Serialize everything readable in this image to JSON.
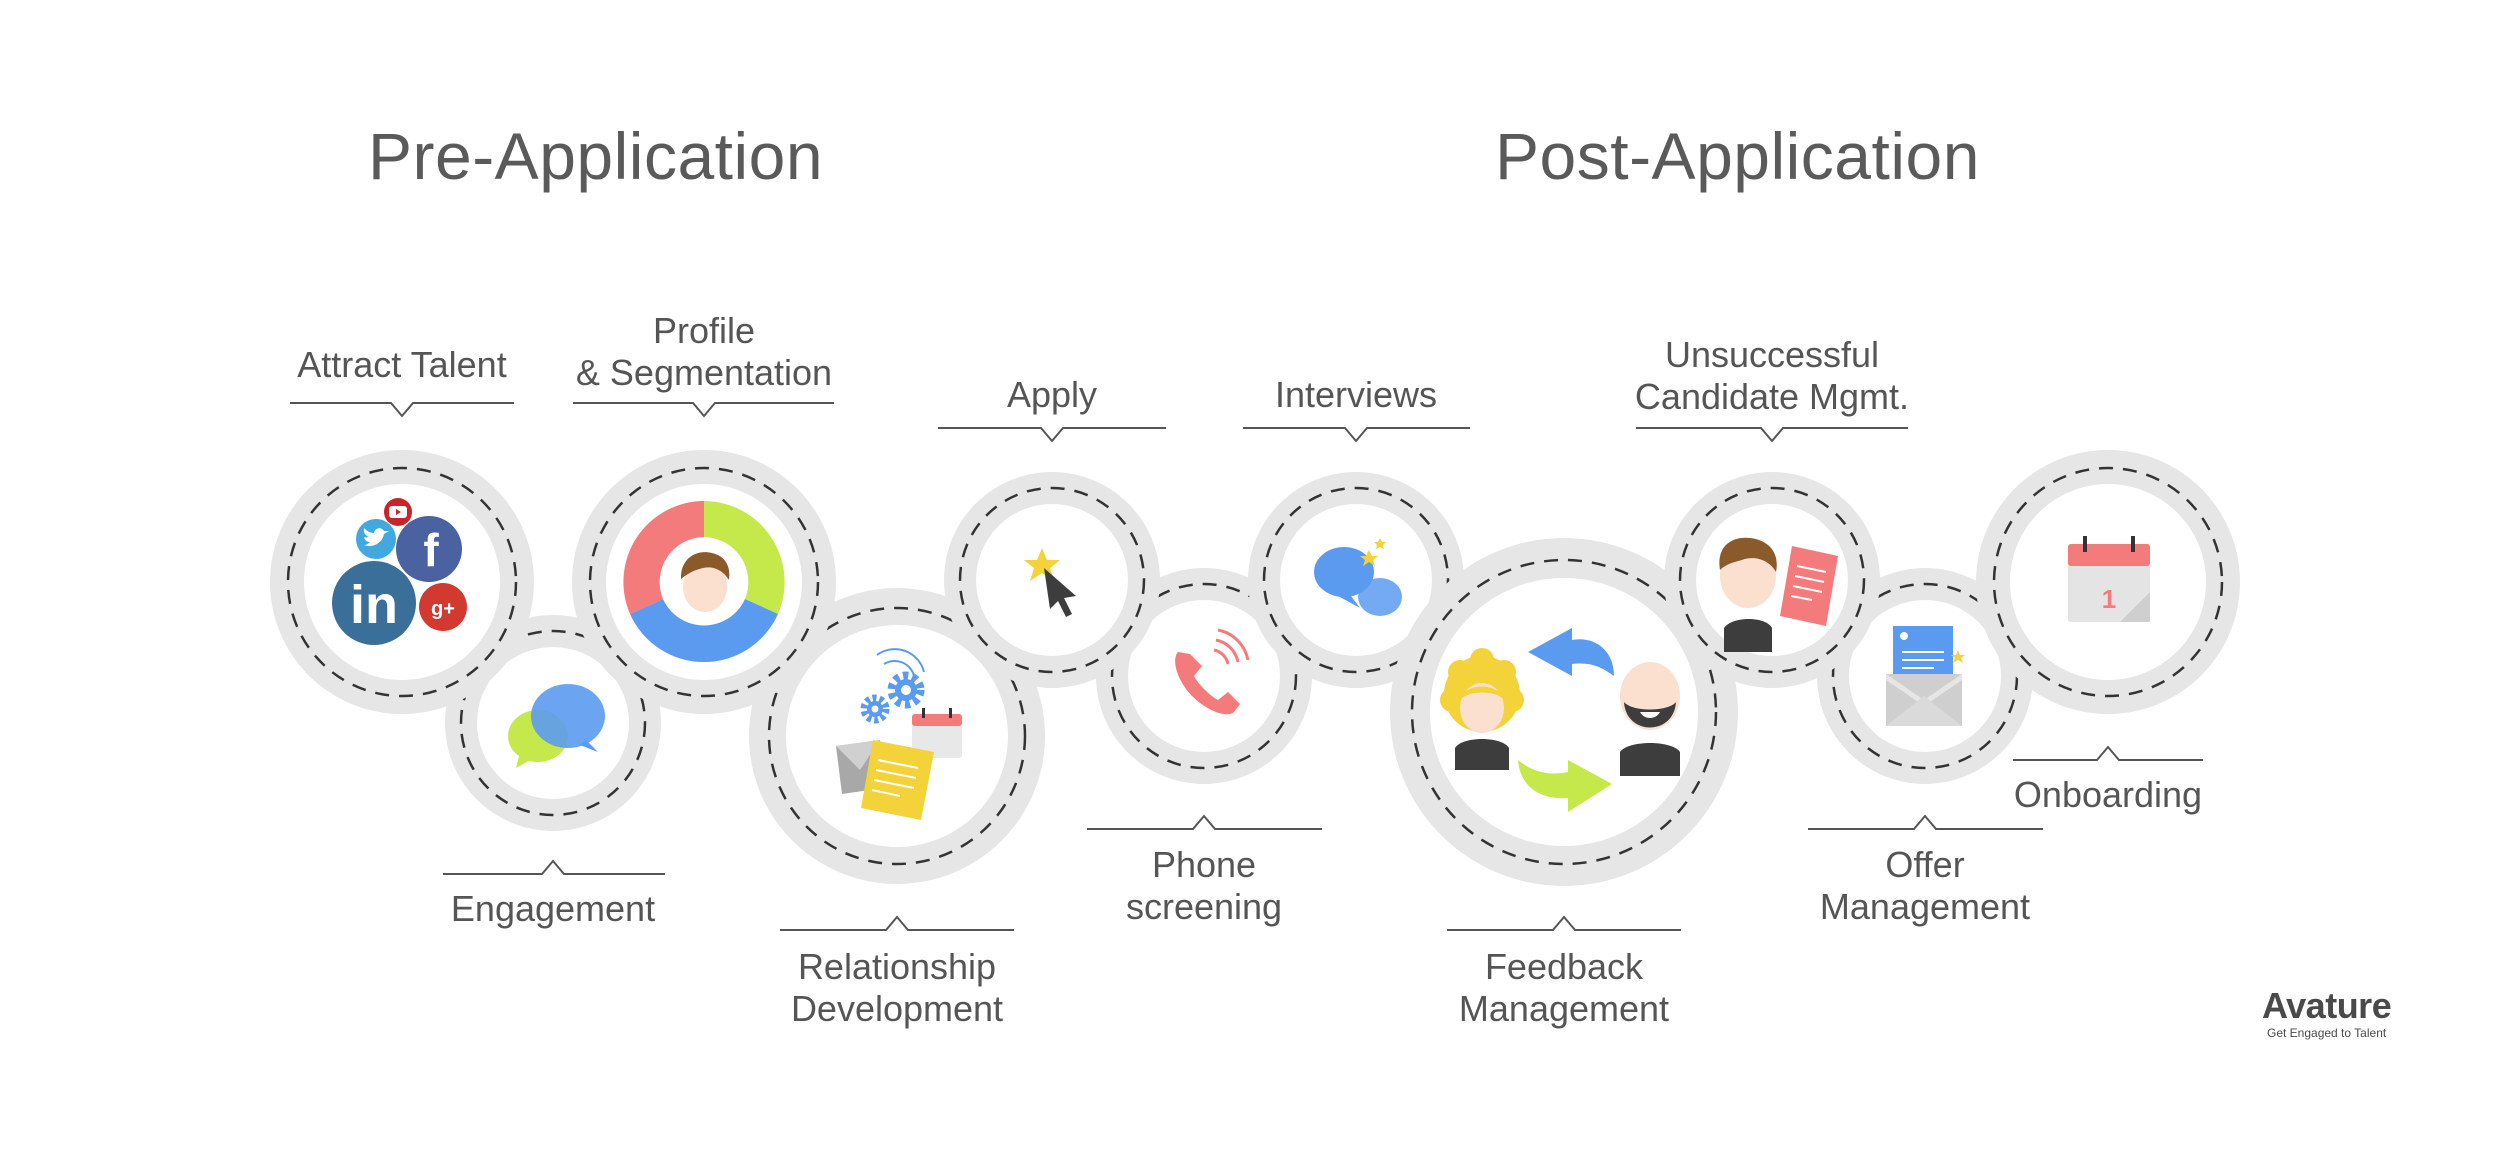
{
  "headings": {
    "pre": "Pre-Application",
    "post": "Post-Application"
  },
  "steps": {
    "attract": {
      "lines": [
        "Attract Talent"
      ]
    },
    "profile": {
      "lines": [
        "Profile",
        "& Segmentation"
      ]
    },
    "engagement": {
      "lines": [
        "Engagement"
      ]
    },
    "relationship": {
      "lines": [
        "Relationship",
        "Development"
      ]
    },
    "apply": {
      "lines": [
        "Apply"
      ]
    },
    "phone": {
      "lines": [
        "Phone",
        "screening"
      ]
    },
    "interviews": {
      "lines": [
        "Interviews"
      ]
    },
    "feedback": {
      "lines": [
        "Feedback",
        "Management"
      ]
    },
    "unsuccessful": {
      "lines": [
        "Unsuccessful",
        "Candidate Mgmt."
      ]
    },
    "offer": {
      "lines": [
        "Offer",
        "Management"
      ]
    },
    "onboarding": {
      "lines": [
        "Onboarding"
      ]
    }
  },
  "icons": {
    "attract": [
      "youtube-icon",
      "twitter-icon",
      "facebook-icon",
      "linkedin-icon",
      "google-plus-icon"
    ],
    "profile": "profile-donut-icon",
    "engagement": "chat-bubbles-icon",
    "relationship": "gears-documents-icon",
    "apply": "cursor-click-icon",
    "phone": "phone-ringing-icon",
    "interviews": "speech-bubbles-icon",
    "feedback": "two-people-exchange-icon",
    "unsuccessful": "person-document-icon",
    "offer": "envelope-letter-icon",
    "onboarding": "calendar-icon"
  },
  "calendar_day": "1",
  "linkedin_text": "in",
  "facebook_text": "f",
  "google_plus_text": "g+",
  "colors": {
    "ring": "#e6e6e6",
    "dash": "#333333",
    "label": "#555555",
    "red": "#f47b7b",
    "blue": "#5b9bef",
    "green": "#c5e84a",
    "yellow": "#f4d23a",
    "dark": "#3d3d3d"
  },
  "brand": {
    "name": "Avature",
    "tagline": "Get Engaged to Talent"
  }
}
